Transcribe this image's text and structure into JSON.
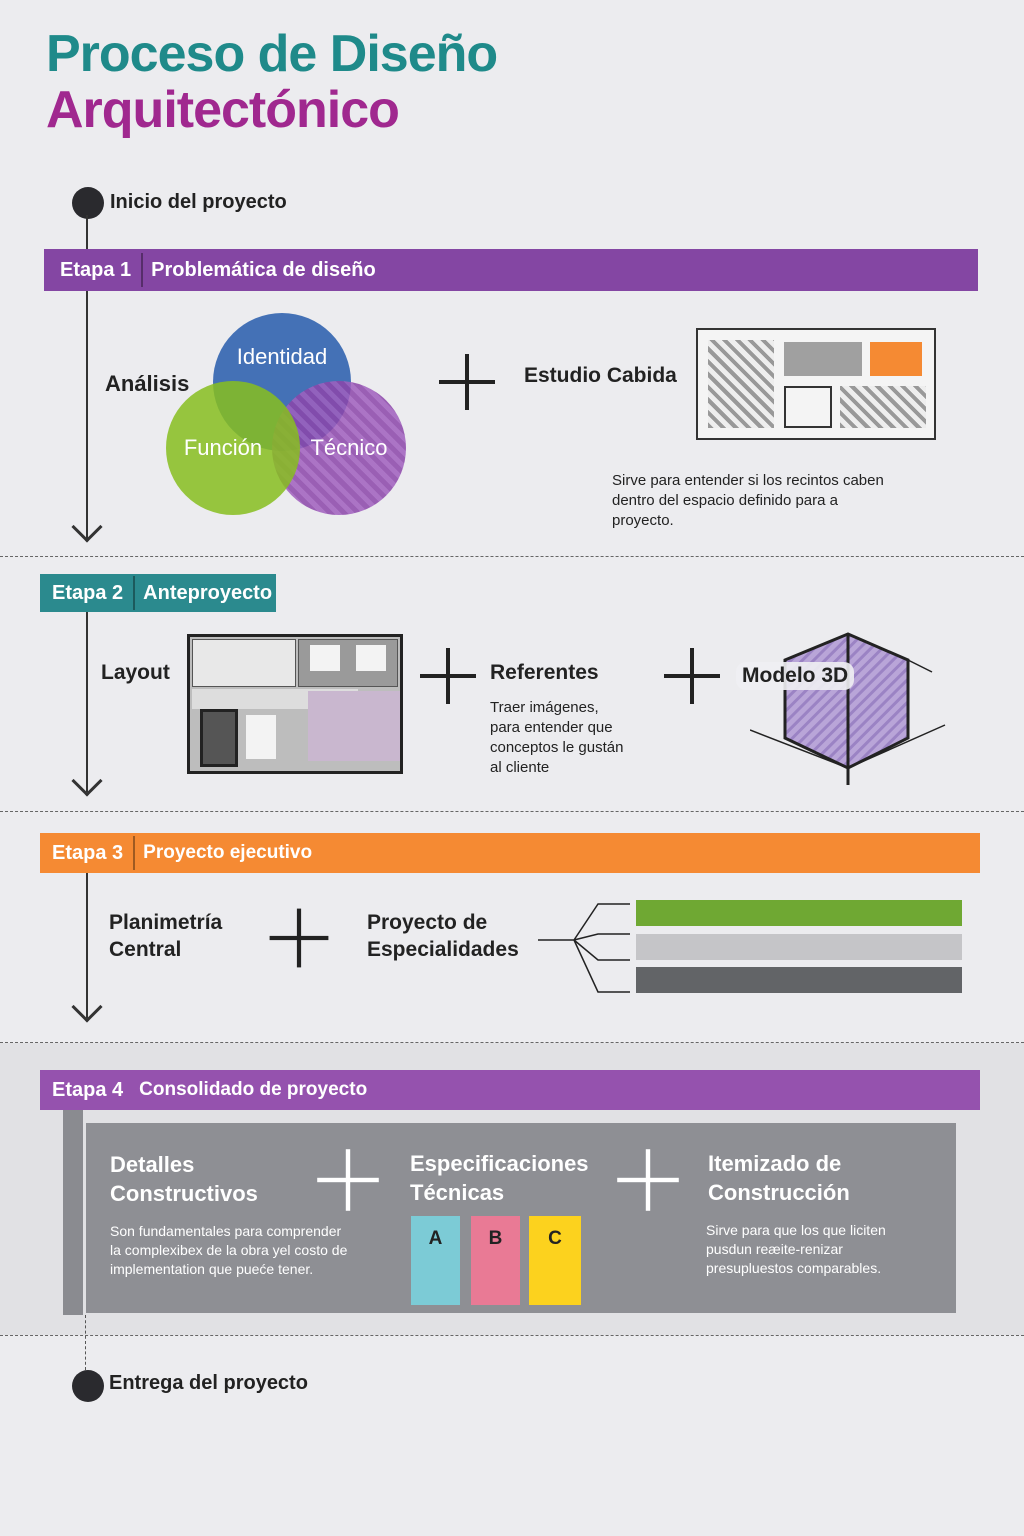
{
  "title": {
    "line1": "Proceso de Diseño",
    "line2": "Arquitectónico"
  },
  "start": "Inicio del proyecto",
  "end": "Entrega del proyecto",
  "stage1": {
    "num": "Etapa 1",
    "label": "Problemática de diseño",
    "analysis": "Análisis",
    "circles": [
      "Identidad",
      "Función",
      "Técnico"
    ],
    "study": "Estudio Cabida",
    "study_desc": "Sirve para entender si los recintos caben dentro del espacio definido para a proyecto.",
    "color": "#8446a3"
  },
  "stage2": {
    "num": "Etapa 2",
    "label": "Anteproyecto",
    "layout": "Layout",
    "refs": "Referentes",
    "refs_desc": "Traer imágenes, para entender que conceptos le gustán al cliente",
    "model": "Modelo 3D",
    "color": "#2b8a8e"
  },
  "stage3": {
    "num": "Etapa 3",
    "label": "Proyecto ejecutivo",
    "plan": "Planimetría Central",
    "spec": "Proyecto de Especialidades",
    "color": "#f58a33"
  },
  "stage4": {
    "num": "Etapa 4",
    "label": "Consolidado de proyecto",
    "details": "Detalles Constructivos",
    "details_desc": "Son fundamentales para comprender la complexibex de la obra yel costo de implementation que pueće tener.",
    "specs": "Especificaciones Técnicas",
    "tags": [
      "A",
      "B",
      "C"
    ],
    "items": "Itemizado de Construcción",
    "items_desc": "Sirve para que los que liciten pusdun reæite-renizar presupluestos comparables.",
    "color": "#9552ae"
  }
}
